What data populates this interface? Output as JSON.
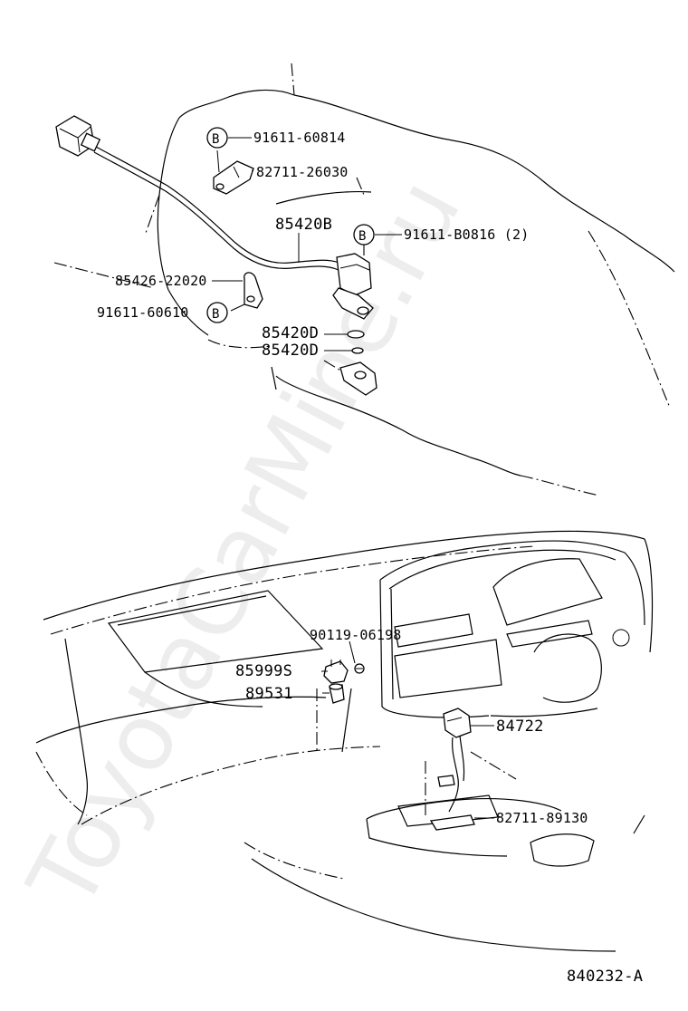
{
  "diagram": {
    "watermark": "ToyotaCarMine.ru",
    "reference_code": "840232-A",
    "bolt_marker_letter": "B",
    "part_numbers": {
      "bolt_top": "91611-60814",
      "clamp_top": "82711-26030",
      "sensor": "85420B",
      "bolt_right": "91611-B0816 (2)",
      "bracket_clamp": "85426-22020",
      "bolt_left": "91611-60610",
      "oring": "85420D",
      "gasket": "85420D",
      "screw": "90119-06198",
      "socket": "85999S",
      "bulb": "89531",
      "switch": "84722",
      "clamp_bottom": "82711-89130"
    }
  }
}
